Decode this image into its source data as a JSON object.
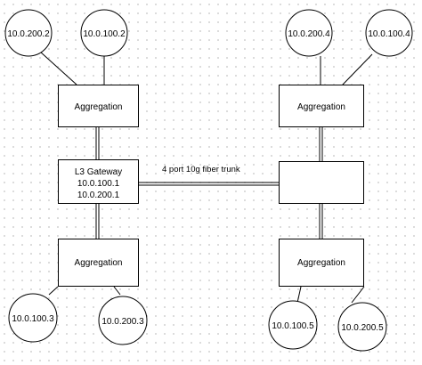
{
  "hosts": {
    "top_left_1": "10.0.200.2",
    "top_left_2": "10.0.100.2",
    "top_right_1": "10.0.200.4",
    "top_right_2": "10.0.100.4",
    "bottom_left_1": "10.0.100.3",
    "bottom_left_2": "10.0.200.3",
    "bottom_right_1": "10.0.100.5",
    "bottom_right_2": "10.0.200.5"
  },
  "switches": {
    "agg_top_left": "Aggregation",
    "agg_top_right": "Aggregation",
    "agg_bottom_left": "Aggregation",
    "agg_bottom_right": "Aggregation"
  },
  "gateway": {
    "line1": "L3 Gateway",
    "line2": "10.0.100.1",
    "line3": "10.0.200.1"
  },
  "trunk": {
    "label": "4 port 10g fiber trunk"
  }
}
